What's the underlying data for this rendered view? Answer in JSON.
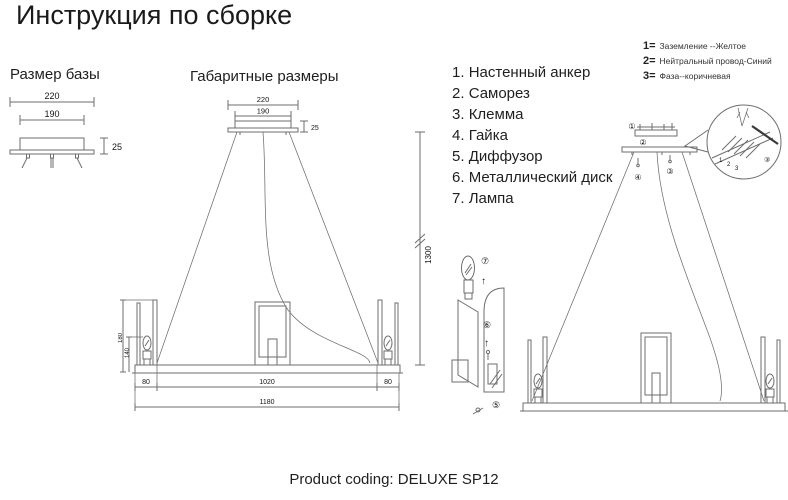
{
  "window": {
    "title": "Инструкция по сборке",
    "product_coding": "Product coding: DELUXE SP12"
  },
  "base_size": {
    "label": "Размер базы",
    "dim_outer": "220",
    "dim_inner": "190",
    "dim_height": "25"
  },
  "overall": {
    "label": "Габаритные размеры",
    "canopy_outer": "220",
    "canopy_inner": "190",
    "canopy_height": "25",
    "drop_height": "1300",
    "side_height_outer": "180",
    "side_height_inner": "140",
    "left_offset": "80",
    "center_span": "1020",
    "right_offset": "80",
    "total_width": "1180"
  },
  "parts": {
    "items": [
      {
        "num": "1.",
        "label": "Настенный анкер"
      },
      {
        "num": "2.",
        "label": "Саморез"
      },
      {
        "num": "3.",
        "label": "Клемма"
      },
      {
        "num": "4.",
        "label": "Гайка"
      },
      {
        "num": "5.",
        "label": "Диффузор"
      },
      {
        "num": "6.",
        "label": "Металлический диск"
      },
      {
        "num": "7.",
        "label": "Лампа"
      }
    ]
  },
  "wires": {
    "items": [
      {
        "num": "1=",
        "label": "Заземление --Желтое"
      },
      {
        "num": "2=",
        "label": "Нейтральный провод-Синий"
      },
      {
        "num": "3=",
        "label": "Фаза--коричневая"
      }
    ]
  },
  "callouts": {
    "c1": "①",
    "c2": "②",
    "c3": "③",
    "c4": "④",
    "c5": "⑤",
    "c6": "⑥",
    "c7": "⑦",
    "arrow_up": "↑",
    "w1": "1",
    "w2": "2",
    "w3": "3"
  },
  "colors": {
    "line": "#6e6e6e",
    "text": "#141414",
    "background": "#ffffff"
  }
}
